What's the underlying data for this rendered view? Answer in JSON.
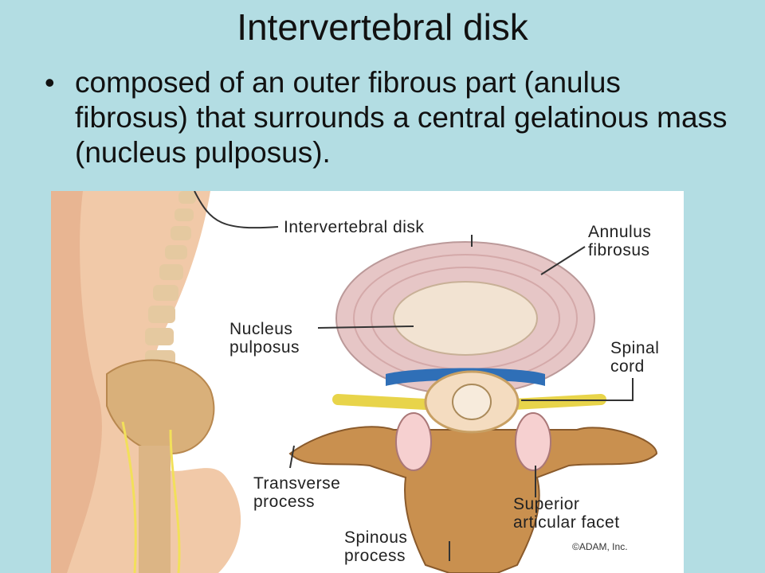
{
  "slide": {
    "title": "Intervertebral disk",
    "bullet": "composed of an outer fibrous part (anulus fibrosus) that surrounds a central gelatinous mass (nucleus pulposus)."
  },
  "figure": {
    "labels": {
      "intervertebral_disk": "Intervertebral disk",
      "annulus_fibrosus": "Annulus\nfibrosus",
      "nucleus_pulposus": "Nucleus\npulposus",
      "spinal_cord": "Spinal\ncord",
      "transverse_process": "Transverse\nprocess",
      "superior_articular_facet": "Superior\narticular facet",
      "spinous_process": "Spinous\nprocess"
    },
    "copyright": "©ADAM, Inc."
  }
}
